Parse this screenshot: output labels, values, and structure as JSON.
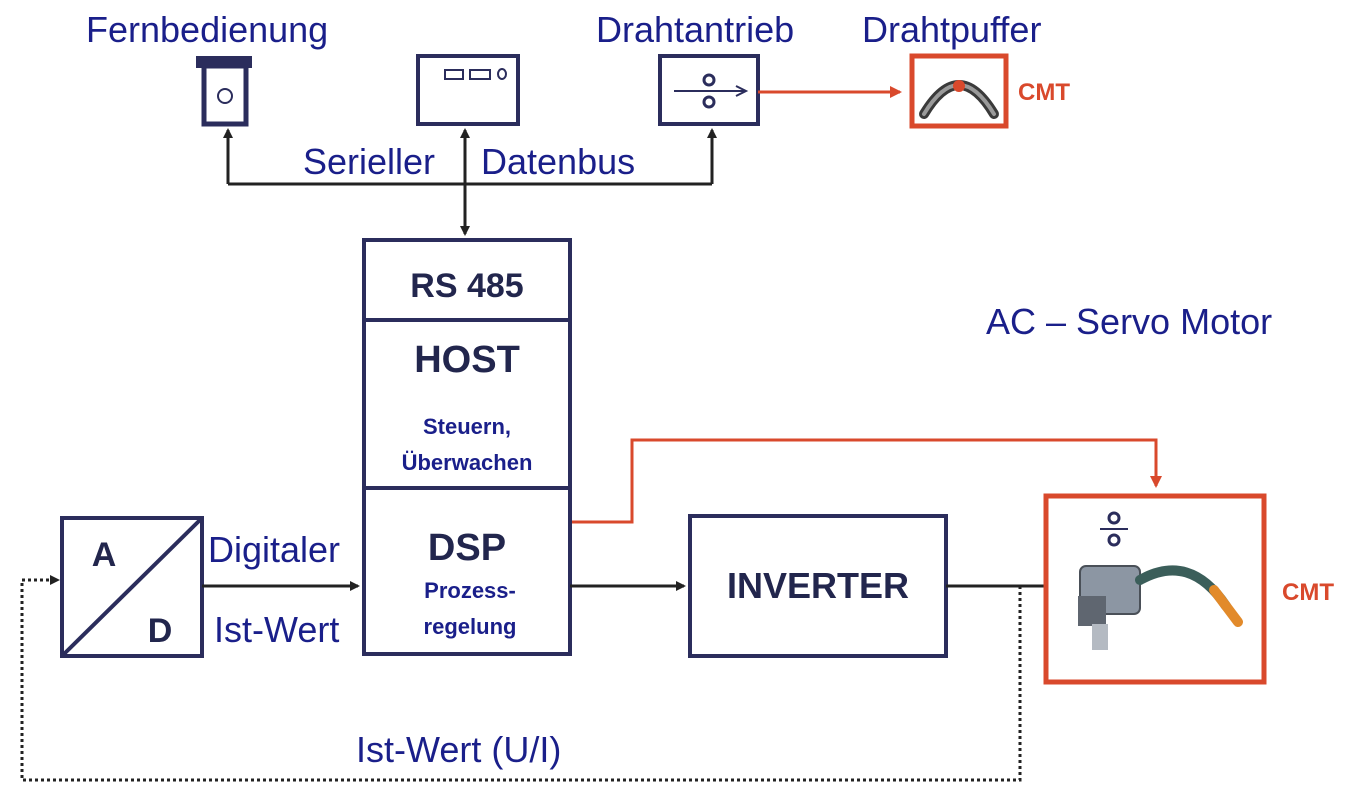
{
  "labels": {
    "fernbedienung": "Fernbedienung",
    "drahtantrieb": "Drahtantrieb",
    "drahtpuffer": "Drahtpuffer",
    "cmt_top": "CMT",
    "seriell": "Serieller",
    "datenbus": "Datenbus",
    "rs485": "RS 485",
    "host": "HOST",
    "steuern": "Steuern,",
    "ueberwachen": "Überwachen",
    "dsp": "DSP",
    "prozess": "Prozess-",
    "regelung": "regelung",
    "servo": "AC – Servo Motor",
    "inverter": "INVERTER",
    "cmt_right": "CMT",
    "a": "A",
    "d": "D",
    "digitaler": "Digitaler",
    "istwert": "Ist-Wert",
    "istwert_ui": "Ist-Wert (U/I)"
  },
  "colors": {
    "label_blue": "#1a1f8a",
    "box_stroke": "#2b2d5c",
    "accent_red": "#d9492c"
  }
}
